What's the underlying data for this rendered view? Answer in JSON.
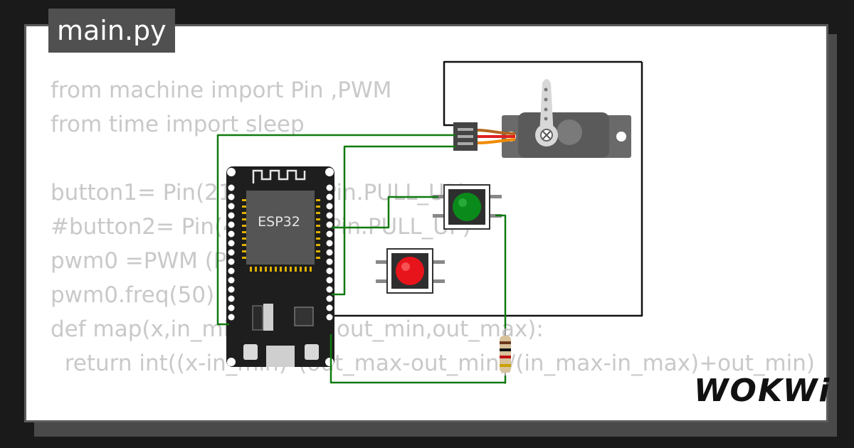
{
  "file_tab": {
    "name": "main.py"
  },
  "code": {
    "lines": [
      "from machine import Pin ,PWM",
      "from time import sleep",
      "",
      "button1= Pin(21, Pin.IN, Pin.PULL_UP)",
      "#button2= Pin(4, Pin.IN, Pin.PULL_UP)",
      "pwm0 =PWM (Pin(18))",
      "pwm0.freq(50)",
      "def map(x,in_min,in_max,out_min,out_max):",
      "  return int((x-in_min)*(out_max-out_min)/(in_max-in_max)+out_min)"
    ]
  },
  "board": {
    "label": "ESP32"
  },
  "brand": {
    "logo": "WOKWi"
  },
  "colors": {
    "wire": "#0f7a0f",
    "board": "#1e1e1e",
    "servo": "#5f5f5f",
    "button_green": "#0a8a1a",
    "button_red": "#e8141b"
  }
}
